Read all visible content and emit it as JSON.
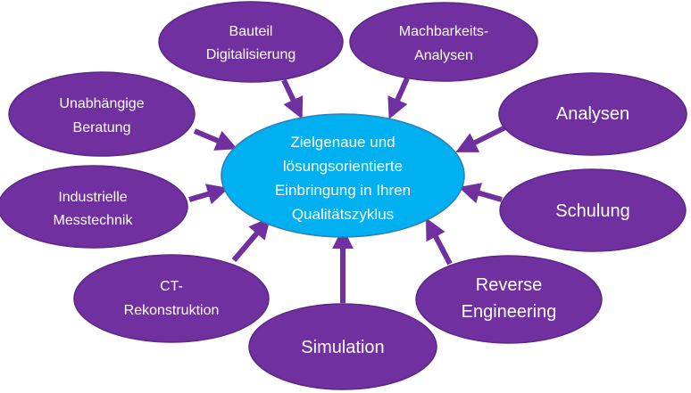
{
  "diagram": {
    "center": {
      "lines": [
        "Zielgenaue und",
        "lösungsorientierte",
        "Einbringung in Ihren",
        "Qualitätszyklus"
      ]
    },
    "nodes": [
      {
        "id": "bauteil",
        "lines": [
          "Bauteil",
          "Digitalisierung"
        ]
      },
      {
        "id": "machbarkeit",
        "lines": [
          "Machbarkeits-",
          "Analysen"
        ]
      },
      {
        "id": "unabhaengige",
        "lines": [
          "Unabhängige",
          "Beratung"
        ]
      },
      {
        "id": "analysen",
        "lines": [
          "Analysen"
        ]
      },
      {
        "id": "industrielle",
        "lines": [
          "Industrielle",
          "Messtechnik"
        ]
      },
      {
        "id": "schulung",
        "lines": [
          "Schulung"
        ]
      },
      {
        "id": "ct",
        "lines": [
          "CT-",
          "Rekonstruktion"
        ]
      },
      {
        "id": "reverse",
        "lines": [
          "Reverse",
          "Engineering"
        ]
      },
      {
        "id": "simulation",
        "lines": [
          "Simulation"
        ]
      }
    ],
    "colors": {
      "node_fill": "#7030a0",
      "center_fill": "#00b0f0",
      "arrow": "#7030a0",
      "text": "#ffffff"
    }
  }
}
